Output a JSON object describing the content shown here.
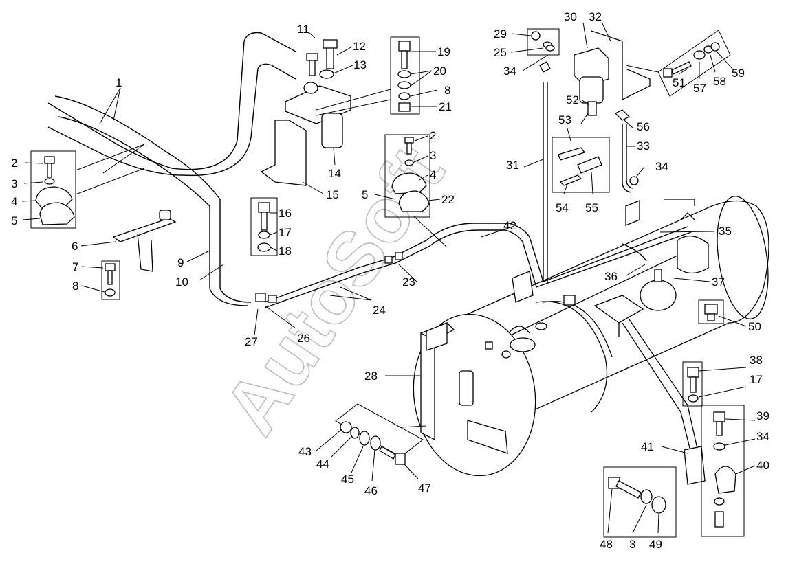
{
  "watermark": {
    "text": "AutoSoft"
  },
  "callouts": [
    "1",
    "2",
    "3",
    "4",
    "5",
    "6",
    "7",
    "8",
    "9",
    "10",
    "11",
    "12",
    "13",
    "14",
    "15",
    "16",
    "17",
    "18",
    "19",
    "20",
    "21",
    "22",
    "23",
    "24",
    "25",
    "26",
    "27",
    "28",
    "29",
    "30",
    "31",
    "32",
    "33",
    "34",
    "35",
    "36",
    "37",
    "38",
    "39",
    "40",
    "41",
    "42",
    "43",
    "44",
    "45",
    "46",
    "47",
    "48",
    "49",
    "50",
    "51",
    "52",
    "53",
    "54",
    "55",
    "56",
    "57",
    "58",
    "59"
  ],
  "labels": [
    {
      "id": "l1",
      "text": "1"
    },
    {
      "id": "l2a",
      "text": "2"
    },
    {
      "id": "l3a",
      "text": "3"
    },
    {
      "id": "l4a",
      "text": "4"
    },
    {
      "id": "l5a",
      "text": "5"
    },
    {
      "id": "l6",
      "text": "6"
    },
    {
      "id": "l7",
      "text": "7"
    },
    {
      "id": "l8a",
      "text": "8"
    },
    {
      "id": "l9",
      "text": "9"
    },
    {
      "id": "l10",
      "text": "10"
    },
    {
      "id": "l11",
      "text": "11"
    },
    {
      "id": "l12",
      "text": "12"
    },
    {
      "id": "l13",
      "text": "13"
    },
    {
      "id": "l14",
      "text": "14"
    },
    {
      "id": "l15",
      "text": "15"
    },
    {
      "id": "l16",
      "text": "16"
    },
    {
      "id": "l17a",
      "text": "17"
    },
    {
      "id": "l18",
      "text": "18"
    },
    {
      "id": "l19",
      "text": "19"
    },
    {
      "id": "l20",
      "text": "20"
    },
    {
      "id": "l8b",
      "text": "8"
    },
    {
      "id": "l21",
      "text": "21"
    },
    {
      "id": "l2b",
      "text": "2"
    },
    {
      "id": "l3b",
      "text": "3"
    },
    {
      "id": "l4b",
      "text": "4"
    },
    {
      "id": "l5b",
      "text": "5"
    },
    {
      "id": "l22",
      "text": "22"
    },
    {
      "id": "l23",
      "text": "23"
    },
    {
      "id": "l24",
      "text": "24"
    },
    {
      "id": "l26",
      "text": "26"
    },
    {
      "id": "l27",
      "text": "27"
    },
    {
      "id": "l28",
      "text": "28"
    },
    {
      "id": "l29",
      "text": "29"
    },
    {
      "id": "l25",
      "text": "25"
    },
    {
      "id": "l34a",
      "text": "34"
    },
    {
      "id": "l30",
      "text": "30"
    },
    {
      "id": "l32",
      "text": "32"
    },
    {
      "id": "l51",
      "text": "51"
    },
    {
      "id": "l57",
      "text": "57"
    },
    {
      "id": "l58",
      "text": "58"
    },
    {
      "id": "l59",
      "text": "59"
    },
    {
      "id": "l52",
      "text": "52"
    },
    {
      "id": "l53",
      "text": "53"
    },
    {
      "id": "l54",
      "text": "54"
    },
    {
      "id": "l55",
      "text": "55"
    },
    {
      "id": "l56",
      "text": "56"
    },
    {
      "id": "l33",
      "text": "33"
    },
    {
      "id": "l31",
      "text": "31"
    },
    {
      "id": "l34b",
      "text": "34"
    },
    {
      "id": "l42",
      "text": "42"
    },
    {
      "id": "l35",
      "text": "35"
    },
    {
      "id": "l36",
      "text": "36"
    },
    {
      "id": "l37",
      "text": "37"
    },
    {
      "id": "l50",
      "text": "50"
    },
    {
      "id": "l38",
      "text": "38"
    },
    {
      "id": "l17b",
      "text": "17"
    },
    {
      "id": "l39",
      "text": "39"
    },
    {
      "id": "l34c",
      "text": "34"
    },
    {
      "id": "l40",
      "text": "40"
    },
    {
      "id": "l41",
      "text": "41"
    },
    {
      "id": "l43",
      "text": "43"
    },
    {
      "id": "l44",
      "text": "44"
    },
    {
      "id": "l45",
      "text": "45"
    },
    {
      "id": "l46",
      "text": "46"
    },
    {
      "id": "l47",
      "text": "47"
    },
    {
      "id": "l48",
      "text": "48"
    },
    {
      "id": "l3c",
      "text": "3"
    },
    {
      "id": "l49",
      "text": "49"
    }
  ]
}
